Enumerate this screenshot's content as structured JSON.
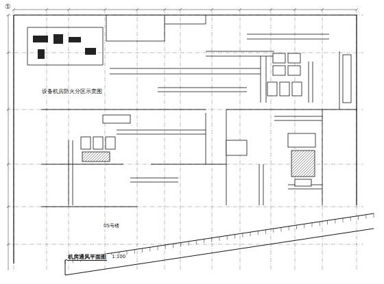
{
  "diagram": {
    "title": "机房通风平面图",
    "labels": [
      "①",
      "设备机房防火分区示意图",
      "05号楼",
      "1:100"
    ]
  }
}
